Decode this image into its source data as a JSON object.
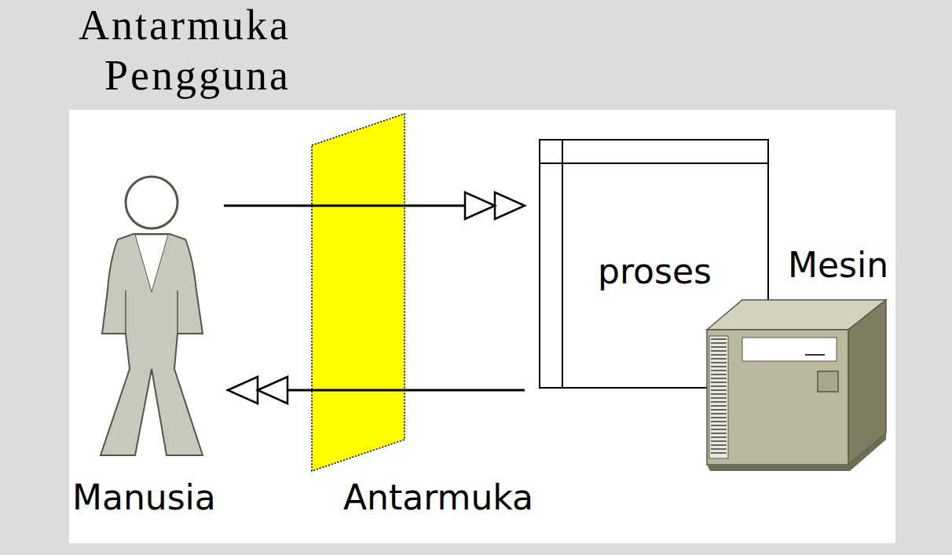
{
  "diagram": {
    "title": "Antarmuka Pengguna",
    "nodes": [
      {
        "text": [
          "Manusia"
        ]
      },
      {
        "text": [
          "Antarmuka"
        ]
      },
      {
        "text": [
          "proses"
        ]
      },
      {
        "text": [
          "Mesin"
        ]
      }
    ],
    "edges": [
      {
        "from": 0,
        "to": 2,
        "arrow": "to"
      },
      {
        "from": 2,
        "to": 0,
        "arrow": "to"
      }
    ]
  }
}
